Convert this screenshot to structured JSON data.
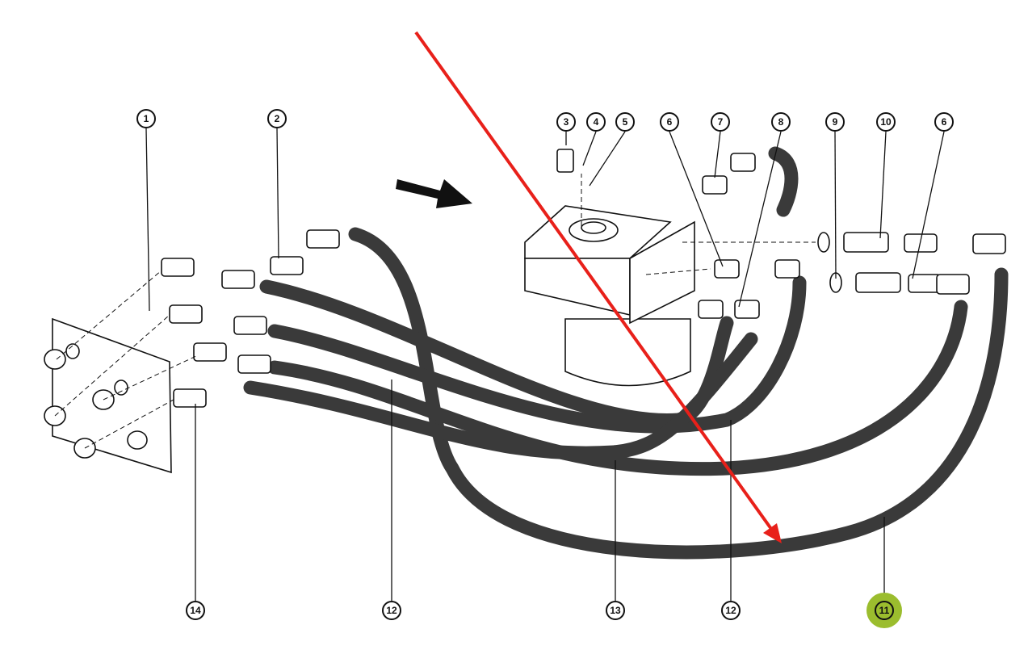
{
  "diagram": {
    "top_callouts": [
      "1",
      "2",
      "3",
      "4",
      "5",
      "6",
      "7",
      "8",
      "9",
      "10",
      "6"
    ],
    "bottom_callouts": [
      "14",
      "12",
      "13",
      "12",
      "11"
    ],
    "highlighted_callout": "11",
    "highlight_color": "#9bbd2e",
    "annotation_arrow_color": "#e8201a"
  }
}
